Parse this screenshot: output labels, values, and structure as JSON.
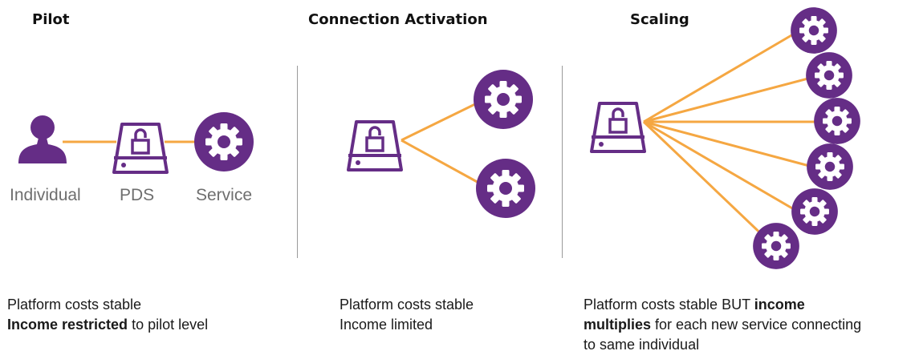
{
  "colors": {
    "accent": "#652d86",
    "connector": "#f5a742",
    "divider": "#9a9a9a"
  },
  "icons": {
    "person": "person-icon",
    "pds": "pds-lock-icon",
    "service": "gear-service-icon"
  },
  "pilot": {
    "heading": "Pilot",
    "labels": {
      "individual": "Individual",
      "pds": "PDS",
      "service": "Service"
    },
    "caption": {
      "line1": "Platform costs stable",
      "line2_bold": "Income restricted",
      "line2_rest": " to pilot level"
    }
  },
  "activation": {
    "heading": "Connection Activation",
    "caption": {
      "line1": "Platform costs stable",
      "line2": "Income limited"
    }
  },
  "scaling": {
    "heading": "Scaling",
    "caption": {
      "line1_plain": "Platform costs stable BUT ",
      "line1_bold": "income",
      "line2_bold": "multiplies",
      "line2_rest": " for each new service connecting",
      "line3": "to same individual"
    }
  }
}
